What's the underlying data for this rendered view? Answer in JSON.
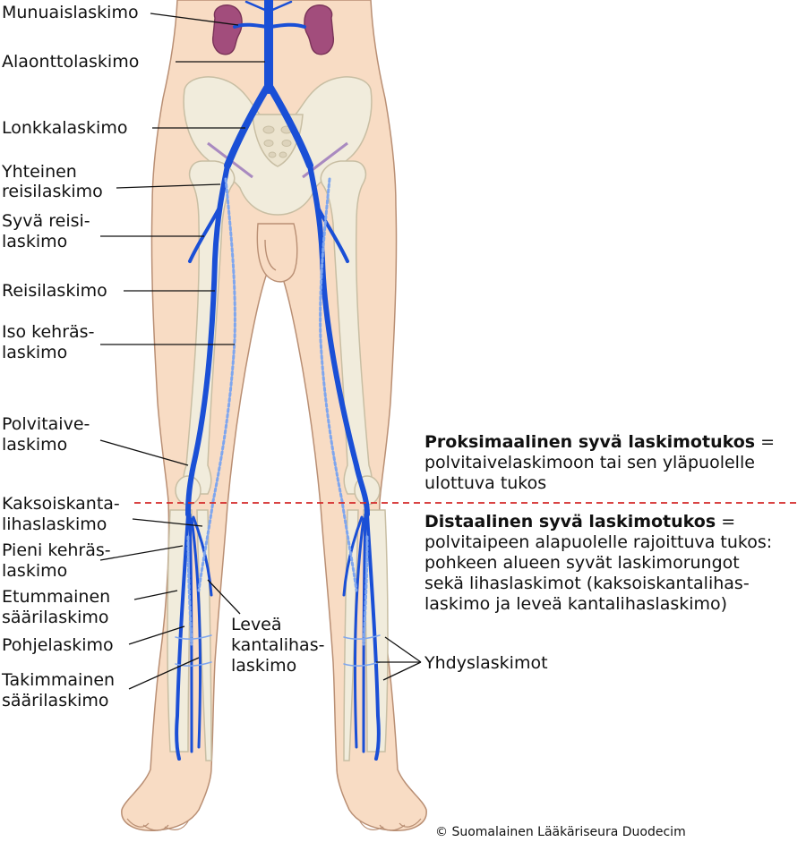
{
  "labels": {
    "munuaislaskimo": "Munuaislaskimo",
    "alaonttolaskimo": "Alaonttolaskimo",
    "lonkkalaskimo": "Lonkkalaskimo",
    "yhteinen_1": "Yhteinen",
    "yhteinen_2": "reisilaskimo",
    "syva_1": "Syvä reisi-",
    "syva_2": "laskimo",
    "reisilaskimo": "Reisilaskimo",
    "iso_1": "Iso kehräs-",
    "iso_2": "laskimo",
    "polvitaive_1": "Polvitaive-",
    "polvitaive_2": "laskimo",
    "kaksois_1": "Kaksoiskanta-",
    "kaksois_2": "lihaslaskimo",
    "pieni_1": "Pieni kehräs-",
    "pieni_2": "laskimo",
    "etum_1": "Etummainen",
    "etum_2": "säärilaskimo",
    "pohjelaskimo": "Pohjelaskimo",
    "takim_1": "Takimmainen",
    "takim_2": "säärilaskimo",
    "levea_1": "Leveä",
    "levea_2": "kantalihas-",
    "levea_3": "laskimo",
    "yhdyslaskimot": "Yhdyslaskimot"
  },
  "info": {
    "prox_title": "Proksimaalinen syvä laskimotukos",
    "prox_eq": " =",
    "prox_1": "polvitaivelaskimoon tai sen yläpuolelle",
    "prox_2": "ulottuva tukos",
    "dist_title": "Distaalinen syvä laskimotukos",
    "dist_eq": " =",
    "dist_1": "polvitaipeen alapuolelle rajoittuva tukos:",
    "dist_2": "pohkeen alueen syvät laskimorungot",
    "dist_3": "sekä lihaslaskimot (kaksoiskantalihas-",
    "dist_4": "laskimo ja leveä kantalihaslaskimo)"
  },
  "copyright": "© Suomalainen Lääkäriseura Duodecim",
  "colors": {
    "skin": "#f8dcc4",
    "skin_outline": "#b98f74",
    "bone": "#f1ecdc",
    "bone_outline": "#c8bea3",
    "vein": "#1a4fd6",
    "vein_light": "#7fa6ee",
    "kidney": "#a24d7c",
    "divider": "#d42a2a"
  }
}
